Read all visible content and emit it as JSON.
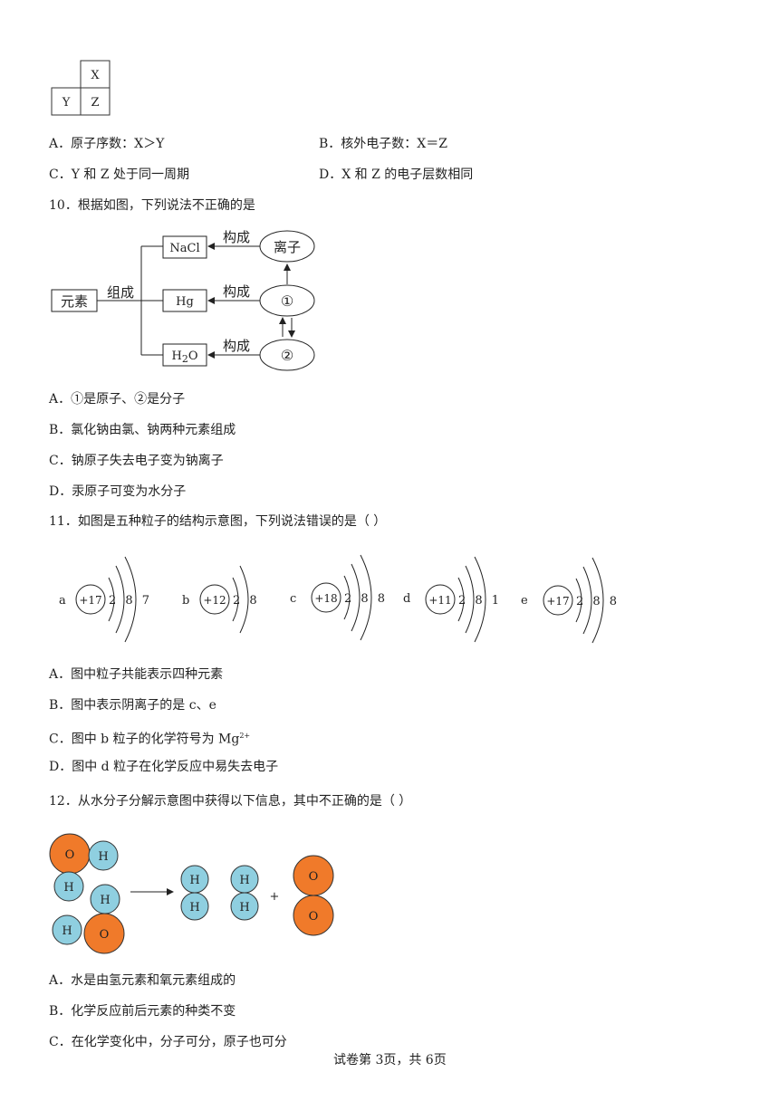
{
  "q9": {
    "table": {
      "X": "X",
      "Y": "Y",
      "Z": "Z"
    },
    "options": {
      "A": "A．原子序数：X＞Y",
      "B": "B．核外电子数：X＝Z",
      "C": "C．Y 和 Z 处于同一周期",
      "D": "D．X 和 Z 的电子层数相同"
    }
  },
  "q10": {
    "stem": "10．根据如图，下列说法不正确的是",
    "diagram": {
      "element_box": "元素",
      "compose_label": "组成",
      "nacl": "NaCl",
      "hg": "Hg",
      "h2o_main": "H",
      "h2o_sub": "2",
      "h2o_tail": "O",
      "construct_label": "构成",
      "ion": "离子",
      "circle1": "①",
      "circle2": "②"
    },
    "options": {
      "A": "A．①是原子、②是分子",
      "B": "B．氯化钠由氯、钠两种元素组成",
      "C": "C．钠原子失去电子变为钠离子",
      "D": "D．汞原子可变为水分子"
    }
  },
  "q11": {
    "stem": "11．如图是五种粒子的结构示意图，下列说法错误的是（   ）",
    "particles": [
      {
        "letter": "a",
        "nucleus": "+17",
        "shells": "2 8 7"
      },
      {
        "letter": "b",
        "nucleus": "+12",
        "shells": "2 8"
      },
      {
        "letter": "c",
        "nucleus": "+18",
        "shells": "2 8 8"
      },
      {
        "letter": "d",
        "nucleus": "+11",
        "shells": "2 8 1"
      },
      {
        "letter": "e",
        "nucleus": "+17",
        "shells": "2 8 8"
      }
    ],
    "options": {
      "A": "A．图中粒子共能表示四种元素",
      "B": "B．图中表示阴离子的是 c、e",
      "C_main": "C．图中 b 粒子的化学符号为 Mg",
      "C_sup": "2+",
      "D": "D．图中 d 粒子在化学反应中易失去电子"
    }
  },
  "q12": {
    "stem": "12．从水分子分解示意图中获得以下信息，其中不正确的是（            ）",
    "atoms": {
      "O": "O",
      "H": "H",
      "plus": "+"
    },
    "colors": {
      "oxygen": "#f07a2a",
      "hydrogen": "#8fcfe0"
    },
    "options": {
      "A": "A．水是由氢元素和氧元素组成的",
      "B": "B．化学反应前后元素的种类不变",
      "C": "C．在化学变化中，分子可分，原子也可分"
    }
  },
  "footer": "试卷第 3页，共 6页"
}
